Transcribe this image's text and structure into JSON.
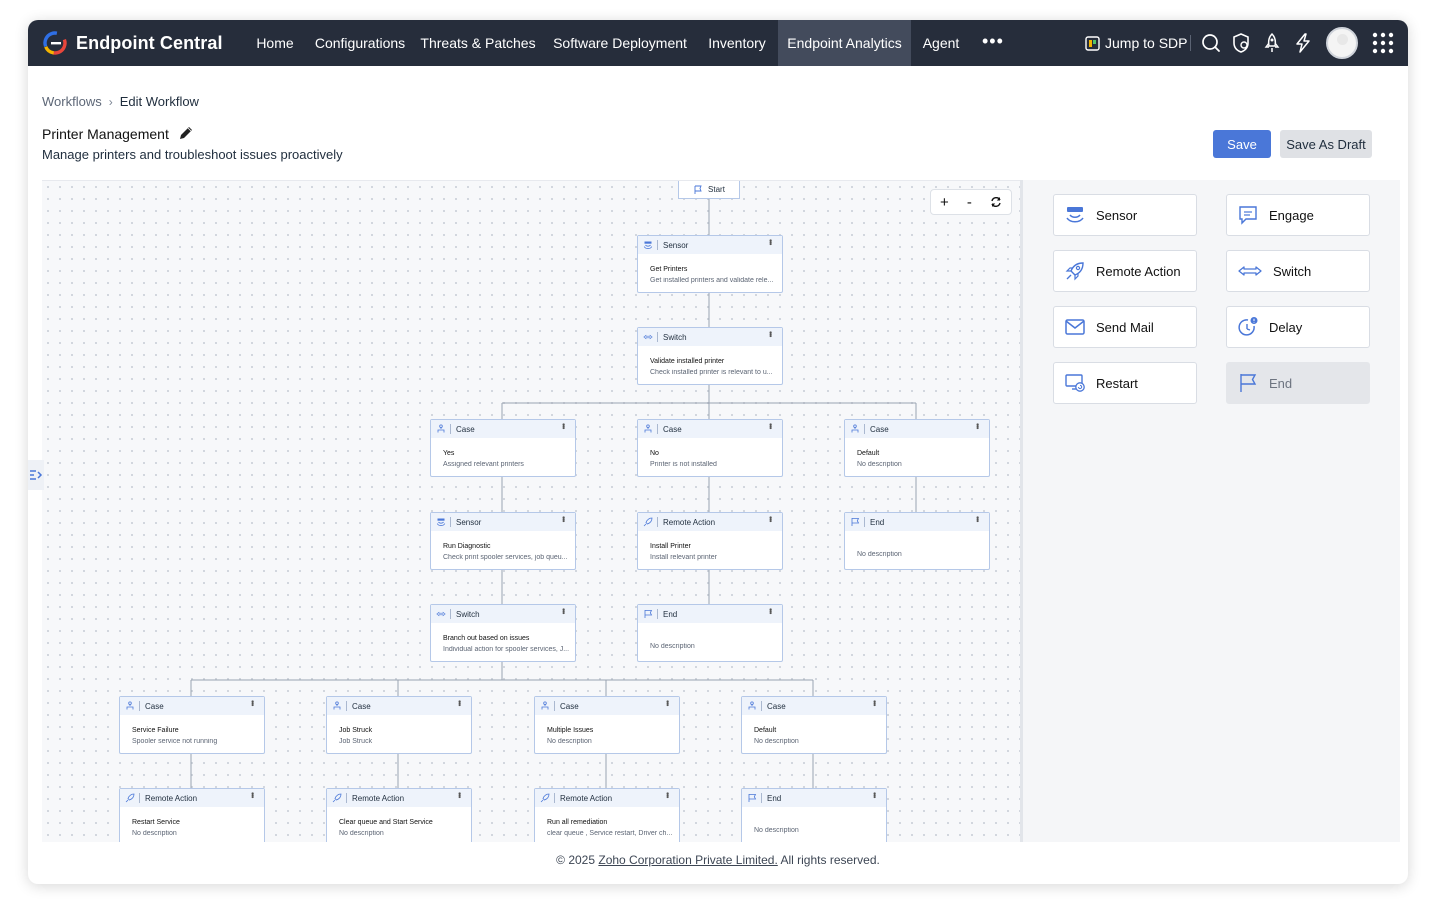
{
  "app": {
    "brand": "Endpoint Central"
  },
  "nav": {
    "items": [
      {
        "label": "Home",
        "active": false
      },
      {
        "label": "Configurations",
        "active": false
      },
      {
        "label": "Threats & Patches",
        "active": false
      },
      {
        "label": "Software Deployment",
        "active": false
      },
      {
        "label": "Inventory",
        "active": false
      },
      {
        "label": "Endpoint Analytics",
        "active": true
      },
      {
        "label": "Agent",
        "active": false
      }
    ],
    "more": "•••",
    "jump_label": "Jump to SDP",
    "icons": [
      "search-icon",
      "shield-icon",
      "rocket-icon",
      "bolt-icon",
      "avatar",
      "app-grid-icon"
    ]
  },
  "breadcrumb": {
    "parent": "Workflows",
    "current": "Edit Workflow"
  },
  "workflow": {
    "title": "Printer Management",
    "description": "Manage printers and troubleshoot issues proactively"
  },
  "actions": {
    "save": "Save",
    "save_draft": "Save As Draft"
  },
  "zoom": {
    "in": "+",
    "out": "-"
  },
  "canvas": {
    "start_label": "Start",
    "nodes": {
      "sensor1": {
        "type": "Sensor",
        "name": "Get Printers",
        "desc": "Get installed printers and validate rele..."
      },
      "switch1": {
        "type": "Switch",
        "name": "Validate installed printer",
        "desc": "Check installed printer is relevant to u..."
      },
      "case_yes": {
        "type": "Case",
        "name": "Yes",
        "desc": "Assigned relevant printers"
      },
      "case_no": {
        "type": "Case",
        "name": "No",
        "desc": "Printer is not installed"
      },
      "case_default1": {
        "type": "Case",
        "name": "Default",
        "desc": "No description"
      },
      "sensor2": {
        "type": "Sensor",
        "name": "Run Diagnostic",
        "desc": "Check print spooler services, job queu..."
      },
      "remote_install": {
        "type": "Remote Action",
        "name": "Install Printer",
        "desc": "Install relevant printer"
      },
      "end1": {
        "type": "End",
        "name": "",
        "desc": "No description"
      },
      "switch2": {
        "type": "Switch",
        "name": "Branch out based on issues",
        "desc": "Individual action for spooler services, J..."
      },
      "end2": {
        "type": "End",
        "name": "",
        "desc": "No description"
      },
      "case_sf": {
        "type": "Case",
        "name": "Service Failure",
        "desc": "Spooler service not running"
      },
      "case_js": {
        "type": "Case",
        "name": "Job Struck",
        "desc": "Job Struck"
      },
      "case_mi": {
        "type": "Case",
        "name": "Multiple Issues",
        "desc": "No description"
      },
      "case_default2": {
        "type": "Case",
        "name": "Default",
        "desc": "No description"
      },
      "ra_restart": {
        "type": "Remote Action",
        "name": "Restart Service",
        "desc": "No description"
      },
      "ra_clear": {
        "type": "Remote Action",
        "name": "Clear queue and Start Service",
        "desc": "No description"
      },
      "ra_all": {
        "type": "Remote Action",
        "name": "Run all remediation",
        "desc": "clear queue , Service restart, Driver ch..."
      },
      "end3": {
        "type": "End",
        "name": "",
        "desc": "No description"
      }
    }
  },
  "palette": {
    "items": [
      {
        "label": "Sensor",
        "icon": "sensor-icon",
        "disabled": false
      },
      {
        "label": "Engage",
        "icon": "chat-icon",
        "disabled": false
      },
      {
        "label": "Remote Action",
        "icon": "rocket-icon",
        "disabled": false
      },
      {
        "label": "Switch",
        "icon": "switch-icon",
        "disabled": false
      },
      {
        "label": "Send Mail",
        "icon": "mail-icon",
        "disabled": false
      },
      {
        "label": "Delay",
        "icon": "clock-icon",
        "disabled": false
      },
      {
        "label": "Restart",
        "icon": "restart-icon",
        "disabled": false
      },
      {
        "label": "End",
        "icon": "flag-icon",
        "disabled": true
      }
    ]
  },
  "footer": {
    "prefix": "© 2025",
    "company": "Zoho Corporation Private Limited.",
    "suffix": "All rights reserved."
  },
  "colors": {
    "nav_bg": "#262d3b",
    "primary": "#4a77d8",
    "node_border": "#b5c8e8",
    "icon_blue": "#4a77d8"
  }
}
